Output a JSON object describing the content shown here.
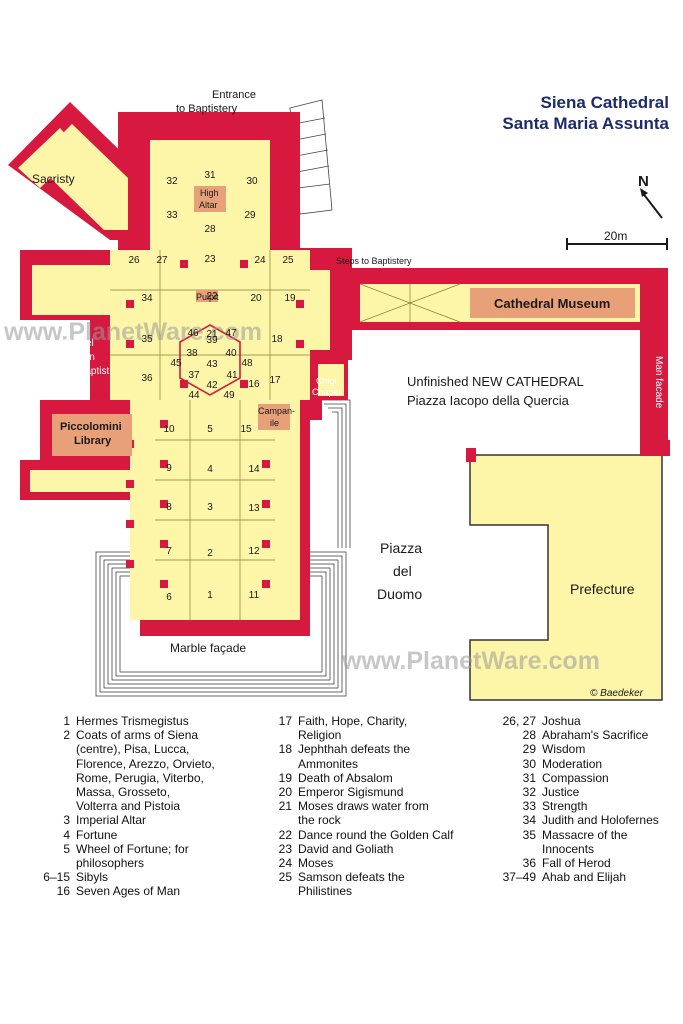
{
  "title": {
    "line1": "Siena Cathedral",
    "line2": "Santa Maria Assunta"
  },
  "watermark": "www.PlanetWare.com",
  "copyright": "© Baedeker",
  "compass": {
    "label": "N"
  },
  "scale": {
    "label": "20m"
  },
  "labels": {
    "entrance": "Entrance",
    "to_baptistery": "to Baptistery",
    "sacristy": "Sacristy",
    "high_altar_1": "High",
    "high_altar_2": "Altar",
    "steps": "Steps to Baptistery",
    "museum": "Cathedral Museum",
    "pulpit": "Pulpit",
    "chapel_1": "Chapel",
    "chapel_2": "of John",
    "chapel_3": "the Baptist",
    "piccolomini_1": "Piccolomini",
    "piccolomini_2": "Library",
    "chigi_1": "Chigi",
    "chigi_2": "Chapel",
    "campanile_1": "Campan-",
    "campanile_2": "ile",
    "new_cathedral": "Unfinished NEW CATHEDRAL",
    "piazza_iacopo": "Piazza Iacopo della Quercia",
    "man_facade": "Man facade",
    "piazza_duomo_1": "Piazza",
    "piazza_duomo_2": "del",
    "piazza_duomo_3": "Duomo",
    "prefecture": "Prefecture",
    "marble_facade": "Marble façade"
  },
  "numbers": [
    "1",
    "2",
    "3",
    "4",
    "5",
    "6",
    "7",
    "8",
    "9",
    "10",
    "11",
    "12",
    "13",
    "14",
    "15",
    "16",
    "17",
    "18",
    "19",
    "20",
    "21",
    "22",
    "23",
    "24",
    "25",
    "26",
    "27",
    "28",
    "29",
    "30",
    "31",
    "32",
    "33",
    "34",
    "35",
    "36",
    "37",
    "38",
    "39",
    "40",
    "41",
    "42",
    "43",
    "44",
    "45",
    "46",
    "47",
    "48",
    "49"
  ],
  "legend": {
    "col1": [
      {
        "num": "1",
        "lines": [
          "Hermes Trismegistus"
        ]
      },
      {
        "num": "2",
        "lines": [
          "Coats of arms of Siena",
          "(centre), Pisa, Lucca,",
          "Florence, Arezzo, Orvieto,",
          "Rome, Perugia, Viterbo,",
          "Massa, Grosseto,",
          "Volterra and Pistoia"
        ]
      },
      {
        "num": "3",
        "lines": [
          "Imperial Altar"
        ]
      },
      {
        "num": "4",
        "lines": [
          "Fortune"
        ]
      },
      {
        "num": "5",
        "lines": [
          "Wheel of Fortune; for",
          "philosophers"
        ]
      },
      {
        "num": "6–15",
        "lines": [
          "Sibyls"
        ]
      },
      {
        "num": "16",
        "lines": [
          "Seven Ages of Man"
        ]
      }
    ],
    "col2": [
      {
        "num": "17",
        "lines": [
          "Faith, Hope, Charity,",
          "Religion"
        ]
      },
      {
        "num": "18",
        "lines": [
          "Jephthah defeats the",
          "Ammonites"
        ]
      },
      {
        "num": "19",
        "lines": [
          "Death of Absalom"
        ]
      },
      {
        "num": "20",
        "lines": [
          "Emperor Sigismund"
        ]
      },
      {
        "num": "21",
        "lines": [
          "Moses draws water from",
          "the rock"
        ]
      },
      {
        "num": "22",
        "lines": [
          "Dance round the Golden Calf"
        ]
      },
      {
        "num": "23",
        "lines": [
          "David and Goliath"
        ]
      },
      {
        "num": "24",
        "lines": [
          "Moses"
        ]
      },
      {
        "num": "25",
        "lines": [
          "Samson defeats the",
          "Philistines"
        ]
      }
    ],
    "col3": [
      {
        "num": "26, 27",
        "lines": [
          "Joshua"
        ]
      },
      {
        "num": "28",
        "lines": [
          "Abraham's Sacrifice"
        ]
      },
      {
        "num": "29",
        "lines": [
          "Wisdom"
        ]
      },
      {
        "num": "30",
        "lines": [
          "Moderation"
        ]
      },
      {
        "num": "31",
        "lines": [
          "Compassion"
        ]
      },
      {
        "num": "32",
        "lines": [
          "Justice"
        ]
      },
      {
        "num": "33",
        "lines": [
          "Strength"
        ]
      },
      {
        "num": "34",
        "lines": [
          "Judith and Holofernes"
        ]
      },
      {
        "num": "35",
        "lines": [
          "Massacre of the",
          "Innocents"
        ]
      },
      {
        "num": "36",
        "lines": [
          "Fall of Herod"
        ]
      },
      {
        "num": "37–49",
        "lines": [
          "Ahab and Elijah"
        ]
      }
    ]
  },
  "colors": {
    "wall": "#d7193f",
    "floor": "#fdf6a8",
    "room": "#e8a078",
    "text": "#1d2b6e"
  }
}
